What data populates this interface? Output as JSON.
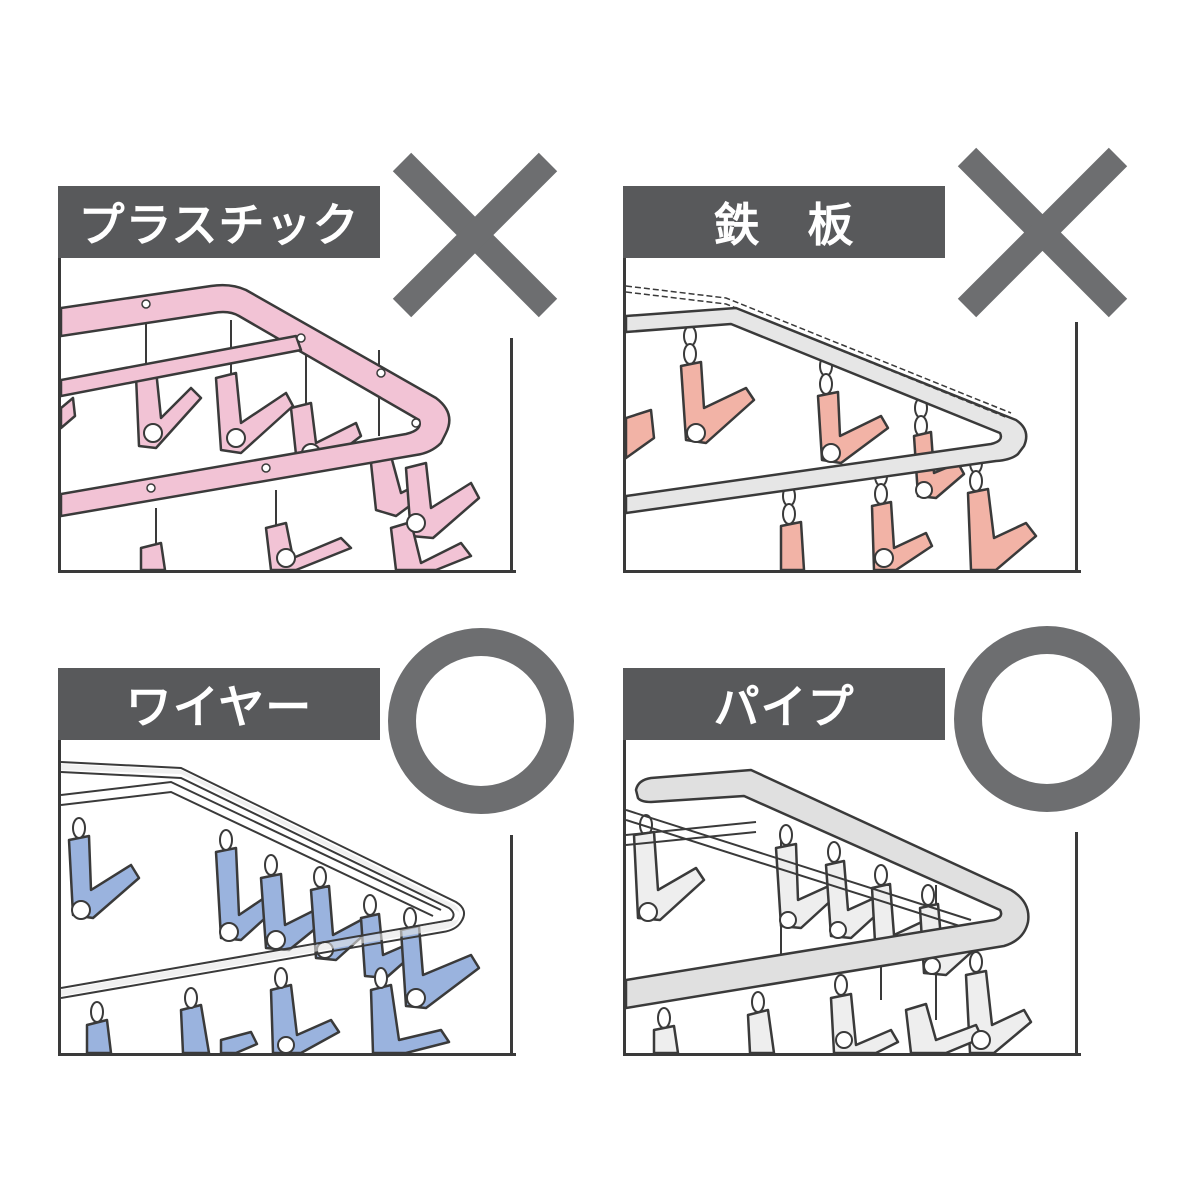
{
  "panels": [
    {
      "label": "プラスチック",
      "verdict": "×",
      "verdict_icon": "cross-icon",
      "rack_color": "#f2c3d5",
      "clip_color": "#f2c3d5"
    },
    {
      "label": "鉄　板",
      "verdict": "×",
      "verdict_icon": "cross-icon",
      "rack_color": "#e6e6e6",
      "clip_color": "#f2b3a6"
    },
    {
      "label": "ワイヤー",
      "verdict": "○",
      "verdict_icon": "circle-icon",
      "rack_color": "#e6e6e6",
      "clip_color": "#9ab3de"
    },
    {
      "label": "パイプ",
      "verdict": "○",
      "verdict_icon": "circle-icon",
      "rack_color": "#e0e0e0",
      "clip_color": "#eeeeee"
    }
  ],
  "colors": {
    "label_bg": "#58595b",
    "mark": "#6d6e70",
    "outline": "#3a3a3a"
  }
}
